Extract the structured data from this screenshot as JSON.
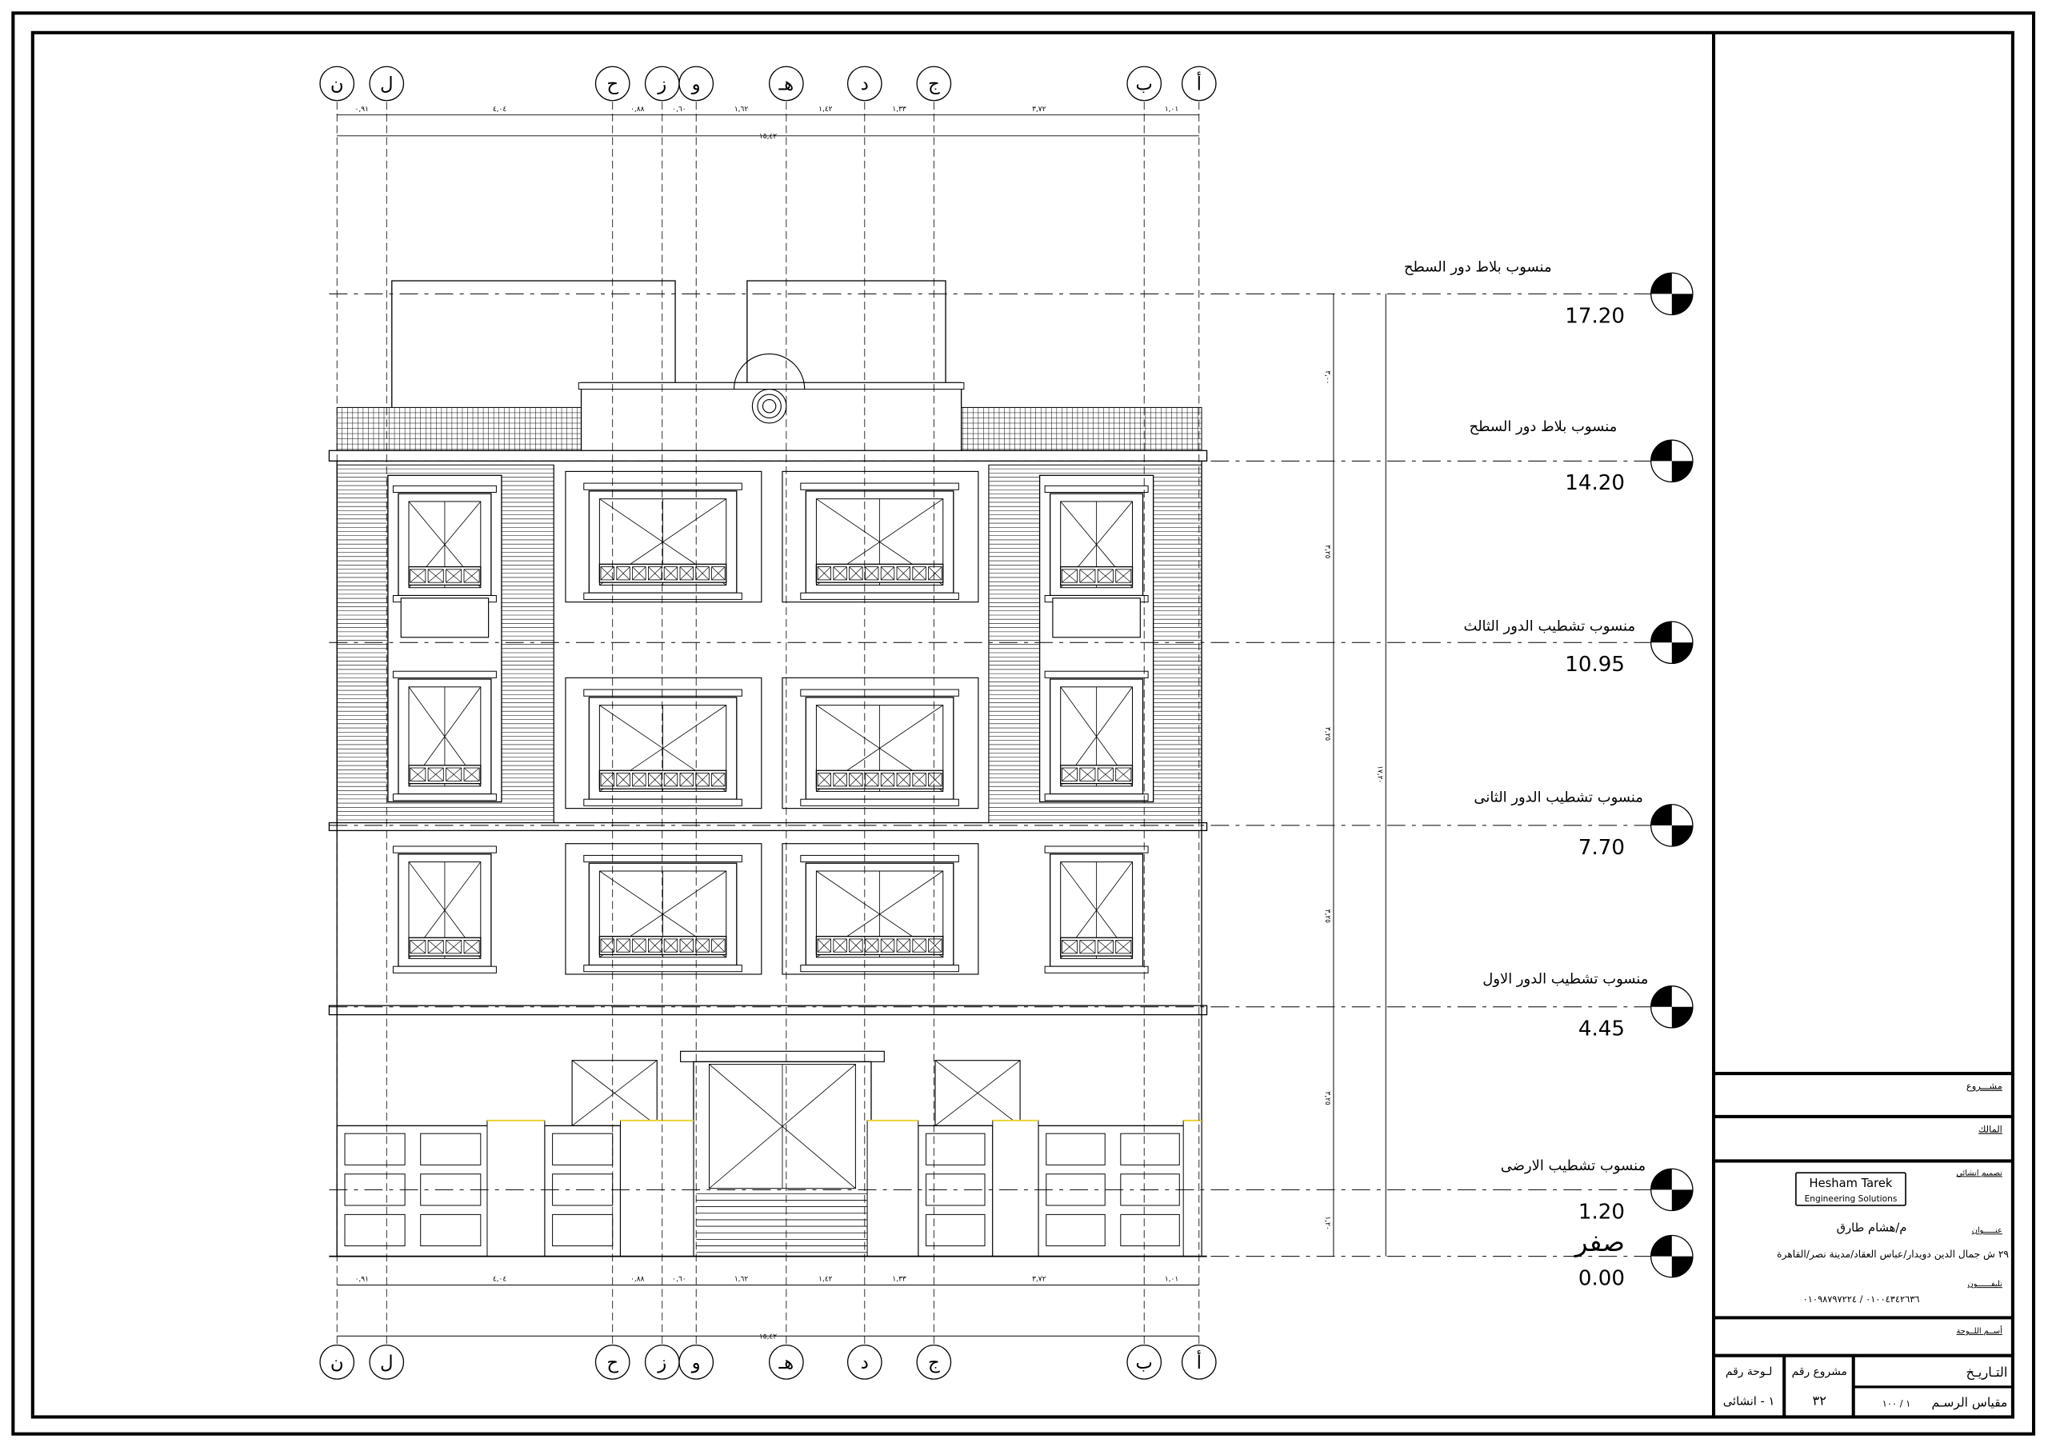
{
  "grid": {
    "labels": [
      "ن",
      "ل",
      "ح",
      "ز",
      "و",
      "هـ",
      "د",
      "ج",
      "ب",
      "أ"
    ],
    "spacings": [
      "٠,٩١",
      "٤,٠٤",
      "٠,٨٨",
      "٠,٦٠",
      "١,٦٢",
      "١,٤٢",
      "١,٣٣",
      "٣,٧٢",
      "١,٠١"
    ],
    "overall": "١٥,٤٢"
  },
  "levels": [
    {
      "label": "منسوب بلاط دور السطح",
      "value": "17.20"
    },
    {
      "label": "منسوب بلاط دور السطح",
      "value": "14.20"
    },
    {
      "label": "منسوب تشطيب الدور الثالث",
      "value": "10.95"
    },
    {
      "label": "منسوب تشطيب الدور الثانى",
      "value": "7.70"
    },
    {
      "label": "منسوب تشطيب الدور الاول",
      "value": "4.45"
    },
    {
      "label": "منسوب تشطيب الارضى",
      "value": "1.20"
    },
    {
      "label": "صفر",
      "value": "0.00"
    }
  ],
  "vertical_dims": {
    "segments": [
      "٣,٠٠",
      "٣,٢٥",
      "٣,٢٥",
      "٣,٢٥",
      "٣,٢٥",
      "١,٢٠"
    ],
    "overall": "١٧,٢٠"
  },
  "title_block": {
    "project_label": "مشـــروع",
    "owner_label": "المالك",
    "design_label": "تصميم انشائي",
    "company_name": "Hesham Tarek",
    "company_sub": "Engineering Solutions",
    "engineer": "م/هشام طارق",
    "address_label": "عنـــــوان",
    "address": "٢٩ ش جمال الدين دويدار/عباس العقاد/مدينة نصر/القاهرة",
    "phone_label": "تليفــــــون",
    "phone": "٠١٠٠٤٣٤٢٦٣٦ / ٠١٠٩٨٧٩٧٢٢٤",
    "sheet_name_label": "أســم اللــوحة",
    "date_label": "التـاريـخ",
    "scale_label": "مقياس الرسـم",
    "scale_value": "١ / ١٠٠",
    "project_no_label": "مشروع رقم",
    "project_no": "٣٢",
    "sheet_no_label": "لـوحة رقم",
    "sheet_no": "١ - انشائى"
  }
}
